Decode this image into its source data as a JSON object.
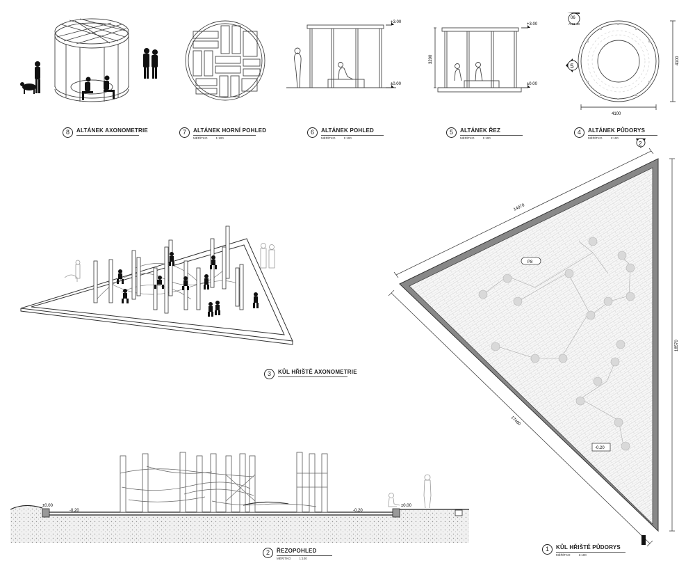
{
  "captions": [
    {
      "num": "8",
      "title": "ALTÁNEK AXONOMETRIE",
      "scale_label": "",
      "scale_value": ""
    },
    {
      "num": "7",
      "title": "ALTÁNEK HORNÍ POHLED",
      "scale_label": "MĚŘÍTKO",
      "scale_value": "1:100"
    },
    {
      "num": "6",
      "title": "ALTÁNEK POHLED",
      "scale_label": "MĚŘÍTKO",
      "scale_value": "1:100"
    },
    {
      "num": "5",
      "title": "ALTÁNEK ŘEZ",
      "scale_label": "MĚŘÍTKO",
      "scale_value": "1:100"
    },
    {
      "num": "4",
      "title": "ALTÁNEK PŮDORYS",
      "scale_label": "MĚŘÍTKO",
      "scale_value": "1:100"
    },
    {
      "num": "3",
      "title": "KŮL HŘIŠTĚ AXONOMETRIE",
      "scale_label": "",
      "scale_value": ""
    },
    {
      "num": "2",
      "title": "ŘEZOPOHLED",
      "scale_label": "MĚŘÍTKO",
      "scale_value": "1:100"
    },
    {
      "num": "1",
      "title": "KŮL HŘIŠTĚ PŮDORYS",
      "scale_label": "MĚŘÍTKO",
      "scale_value": "1:100"
    }
  ],
  "labels": {
    "pohled_top": "+3.00",
    "pohled_base": "±0.00",
    "rez_top": "+3.00",
    "rez_base": "±0.00",
    "rez_height": "3200",
    "pudorys_width": "4100",
    "pudorys_height": "4100",
    "pudorys_ref": "A-03-40",
    "pudorys_ref_num": "06",
    "pudorys_section_num": "5",
    "plan_side_top": "14070",
    "plan_side_right": "18570",
    "plan_side_left": "17460",
    "plan_material": "P8",
    "plan_level": "-0.20",
    "plan_section_num": "2",
    "section_base_left": "±0.00",
    "section_pit_left": "-0.20",
    "section_pit_right": "-0.20",
    "section_base_right": "±0.00"
  }
}
